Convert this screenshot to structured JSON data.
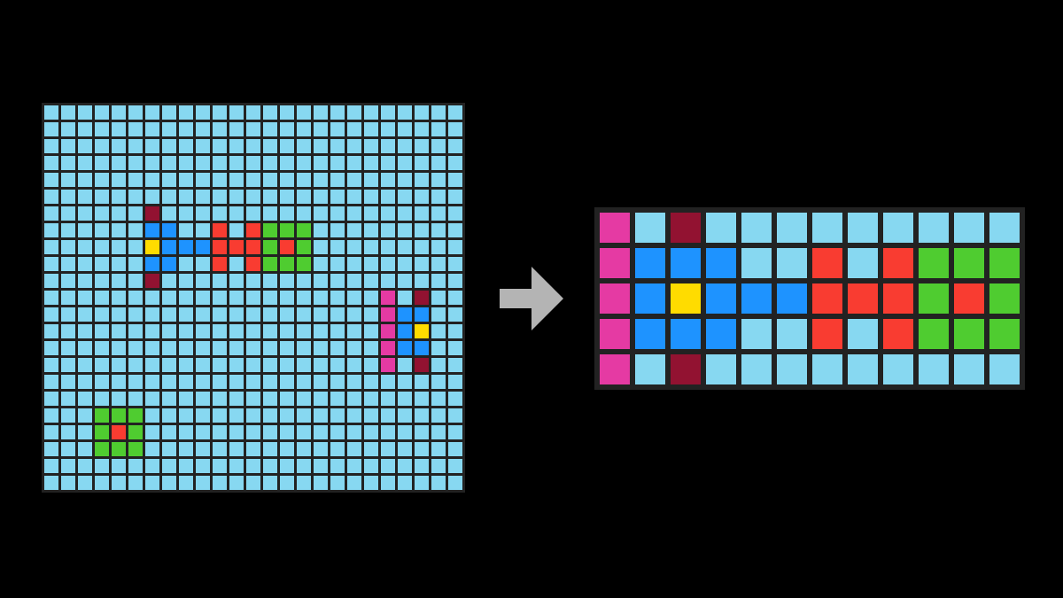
{
  "palette": {
    "0": "#87d8f1",
    "1": "#1e93ff",
    "2": "#f93c31",
    "3": "#4fcc30",
    "4": "#ffdc00",
    "5": "#921231",
    "6": "#e53aa3"
  },
  "input_grid": [
    "0000000000000000000000000",
    "0000000000000000000000000",
    "0000000000000000000000000",
    "0000000000000000000000000",
    "0000000000000000000000000",
    "0000000000000000000000000",
    "0000005000000000000000000",
    "0000001100202333000000000",
    "0000004111222323000000000",
    "0000001100202333000000000",
    "0000005000000000000000000",
    "0000000000000000000060500",
    "0000000000000000000061100",
    "0000000000000000000061400",
    "0000000000000000000061100",
    "0000000000000000000060500",
    "0000000000000000000000000",
    "0000000000000000000000000",
    "0003330000000000000000000",
    "0003230000000000000000000",
    "0003330000000000000000000",
    "0000000000000000000000000",
    "0000000000000000000000000"
  ],
  "output_grid": [
    "605000000000",
    "611100202333",
    "614111222323",
    "611100202333",
    "605000000000"
  ],
  "arrow_color": "#b4b4b4"
}
